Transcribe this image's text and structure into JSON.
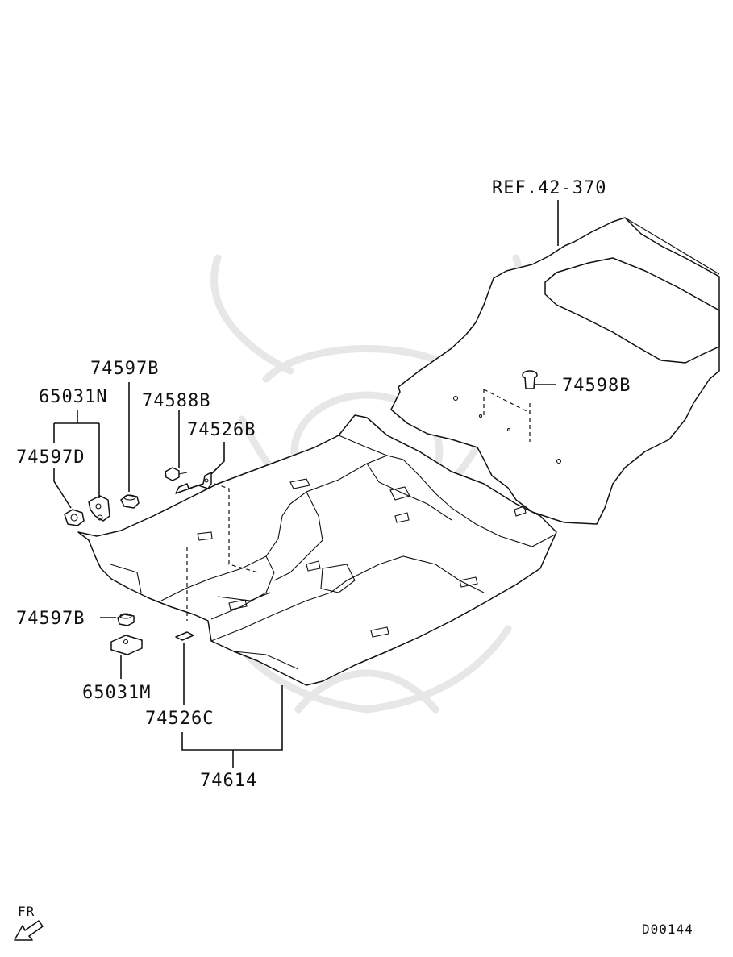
{
  "diagram": {
    "drawing_id": "D00144",
    "direction_indicator": "FR",
    "reference_label": "REF.42-370",
    "callouts": [
      {
        "id": "ref",
        "label": "REF.42-370"
      },
      {
        "id": "74597B-top",
        "label": "74597B"
      },
      {
        "id": "65031N",
        "label": "65031N"
      },
      {
        "id": "74588B",
        "label": "74588B"
      },
      {
        "id": "74526B",
        "label": "74526B"
      },
      {
        "id": "74597D",
        "label": "74597D"
      },
      {
        "id": "74598B",
        "label": "74598B"
      },
      {
        "id": "74597B-bottom",
        "label": "74597B"
      },
      {
        "id": "65031M",
        "label": "65031M"
      },
      {
        "id": "74526C",
        "label": "74526C"
      },
      {
        "id": "74614",
        "label": "74614"
      }
    ]
  }
}
